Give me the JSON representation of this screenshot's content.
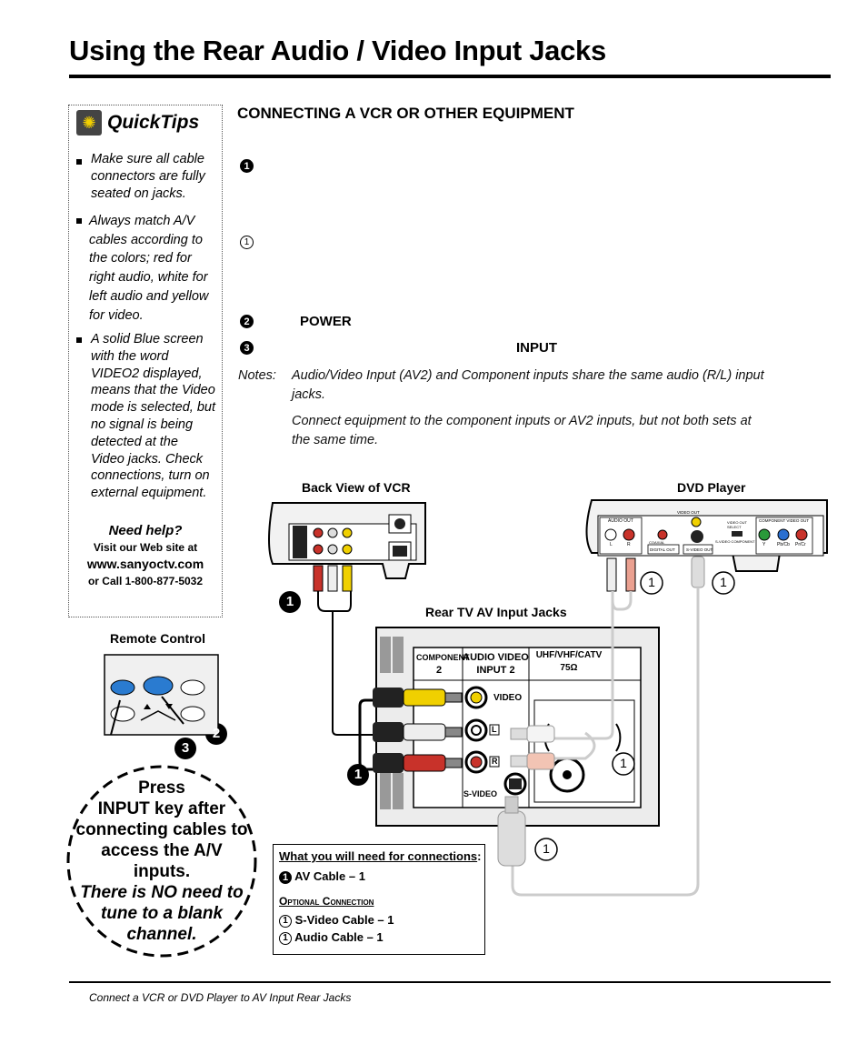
{
  "title": "Using the Rear Audio / Video Input Jacks",
  "quicktips": {
    "heading": "QuickTips",
    "tip1": [
      "Make sure all cable",
      "connectors are fully",
      "seated on jacks."
    ],
    "tip2": [
      "Always match A/V",
      "cables according to",
      "the colors; red for",
      "right audio, white for",
      "left audio and yellow",
      "for video."
    ],
    "tip3": [
      "A solid Blue screen",
      "with the word",
      "VIDEO2 displayed,",
      "means that the Video",
      "mode is selected, but",
      "no signal is being",
      "detected at the",
      "Video jacks. Check",
      "connections, turn on",
      "external equipment."
    ],
    "help_title": "Need help?",
    "help_line1": "Visit our Web site at",
    "help_url": "www.sanyoctv.com",
    "help_phone": "or Call 1-800-877-5032"
  },
  "section": {
    "heading": "CONNECTING A VCR OR OTHER EQUIPMENT",
    "step2_keyword": "POWER",
    "step3_keyword": "INPUT",
    "notes_label": "Notes:",
    "note1": [
      "Audio/Video Input (AV2) and Component inputs share the same audio (R/L) input",
      "jacks."
    ],
    "note2": [
      "Connect equipment to the component inputs or AV2 inputs, but not both sets at",
      "the same time."
    ]
  },
  "diagram": {
    "vcr_label": "Back View of VCR",
    "dvd_label": "DVD Player",
    "tv_label": "Rear TV AV Input Jacks",
    "remote_label": "Remote Control",
    "tv_panel": {
      "component": "COMPONENT",
      "component_num": "2",
      "audio_video": "AUDIO VIDEO",
      "input2": "INPUT 2",
      "uhf": "UHF/VHF/CATV",
      "ohms": "75Ω",
      "video": "VIDEO",
      "l": "L",
      "r": "R",
      "svideo": "S-VIDEO"
    },
    "dvd_panel": {
      "audio_out": "AUDIO OUT",
      "l": "L",
      "r": "R",
      "coaxial": "COAXIAL",
      "digital_out": "DIGITAL OUT",
      "video_out": "VIDEO OUT",
      "svideo_out": "S-VIDEO OUT",
      "video_out_select": "VIDEO OUT SELECT",
      "svideo_component": "S-VIDEO  COMPONENT",
      "component_video_out": "COMPONENT VIDEO OUT",
      "y": "Y",
      "pb": "Pb/Cb",
      "pr": "Pr/Cr"
    },
    "marker_solid_1": "1",
    "marker_solid_2": "2",
    "marker_solid_3": "3",
    "marker_circle_1": "1"
  },
  "press": {
    "line1": "Press",
    "line2": "INPUT key after",
    "line3": "connecting cables to",
    "line4": "access the A/V inputs.",
    "line5": "There is NO need to",
    "line6": "tune to a blank",
    "line7": "channel."
  },
  "needbox": {
    "title": "What you will need for connections",
    "colon": ":",
    "av_cable": "AV Cable – 1",
    "optional": "Optional Connection",
    "svideo_cable": "S-Video Cable – 1",
    "audio_cable": "Audio Cable – 1"
  },
  "footer": "Connect a VCR or DVD Player to AV Input Rear Jacks",
  "colors": {
    "cable_red": "#c8322a",
    "cable_white": "#e8e8e8",
    "cable_yellow": "#f0d000",
    "remote_blue": "#2a7bd0"
  }
}
